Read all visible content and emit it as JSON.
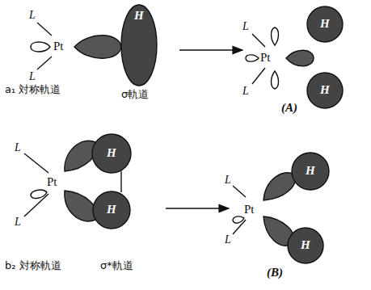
{
  "diagram": {
    "labels": [
      "L",
      "Pt",
      "L",
      "H",
      "a₁ 対称軌道",
      "σ軌道",
      "L",
      "Pt",
      "L",
      "H",
      "H",
      "(A)",
      "L",
      "Pt",
      "H",
      "L",
      "H",
      "b₂ 対称軌道",
      "σ*軌道",
      "L",
      "Pt",
      "L",
      "H",
      "H",
      "(B)"
    ]
  }
}
